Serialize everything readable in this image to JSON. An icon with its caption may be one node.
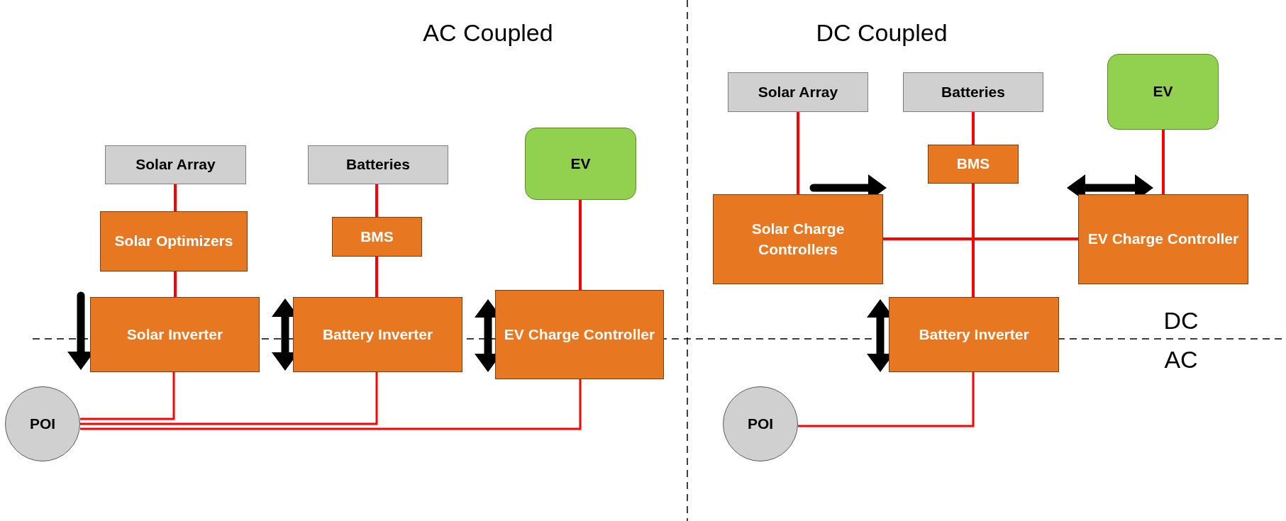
{
  "diagram": {
    "nodes": [
      {
        "text": [
          "Solar Array"
        ]
      },
      {
        "text": [
          "Batteries"
        ]
      },
      {
        "text": [
          "EV"
        ]
      },
      {
        "text": [
          "Solar Optimizers"
        ]
      },
      {
        "text": [
          "BMS"
        ]
      },
      {
        "text": [
          "Solar Inverter"
        ]
      },
      {
        "text": [
          "Battery Inverter"
        ]
      },
      {
        "text": [
          "EV Charge Controller"
        ]
      },
      {
        "text": [
          "POI"
        ]
      },
      {
        "text": [
          "Solar Array"
        ]
      },
      {
        "text": [
          "Batteries"
        ]
      },
      {
        "text": [
          "EV"
        ]
      },
      {
        "text": [
          "BMS"
        ]
      },
      {
        "text": [
          "Solar Charge Controllers"
        ]
      },
      {
        "text": [
          "EV Charge Controller"
        ]
      },
      {
        "text": [
          "Battery Inverter"
        ]
      },
      {
        "text": [
          "POI"
        ]
      }
    ],
    "edges": [
      {
        "from": 0,
        "to": 3,
        "arrow": "none"
      },
      {
        "from": 3,
        "to": 5,
        "arrow": "none"
      },
      {
        "from": 1,
        "to": 4,
        "arrow": "none"
      },
      {
        "from": 4,
        "to": 6,
        "arrow": "none"
      },
      {
        "from": 2,
        "to": 7,
        "arrow": "none"
      },
      {
        "from": 8,
        "to": 5,
        "arrow": "none"
      },
      {
        "from": 8,
        "to": 6,
        "arrow": "none"
      },
      {
        "from": 8,
        "to": 7,
        "arrow": "none"
      },
      {
        "from": 9,
        "to": 13,
        "arrow": "none"
      },
      {
        "from": 10,
        "to": 12,
        "arrow": "none"
      },
      {
        "from": 12,
        "to": 15,
        "arrow": "none"
      },
      {
        "from": 11,
        "to": 14,
        "arrow": "none"
      },
      {
        "from": 13,
        "to": 14,
        "arrow": "none"
      },
      {
        "from": 16,
        "to": 15,
        "arrow": "none"
      }
    ],
    "labels": [
      "AC Coupled",
      "DC Coupled",
      "DC",
      "AC"
    ]
  }
}
